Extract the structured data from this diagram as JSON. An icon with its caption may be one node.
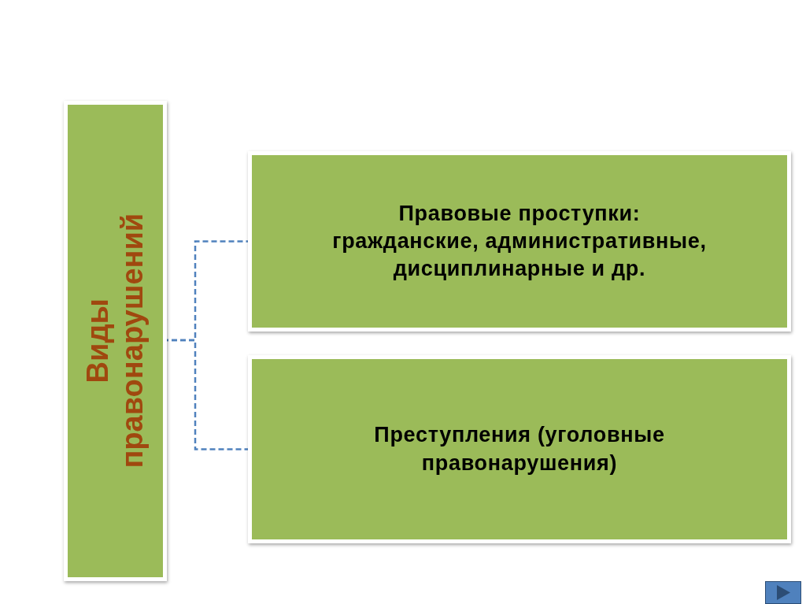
{
  "diagram": {
    "nodes": [
      {
        "text": [
          "Виды правонарушений"
        ]
      },
      {
        "text": [
          "Правовые проступки: гражданские, административные, дисциплинарные и др."
        ]
      },
      {
        "text": [
          "Преступления (уголовные правонарушения)"
        ]
      }
    ],
    "edges": [
      {
        "from": 0,
        "to": 1,
        "arrow": "none",
        "style": "dashed"
      },
      {
        "from": 0,
        "to": 2,
        "arrow": "none",
        "style": "dashed"
      }
    ]
  }
}
